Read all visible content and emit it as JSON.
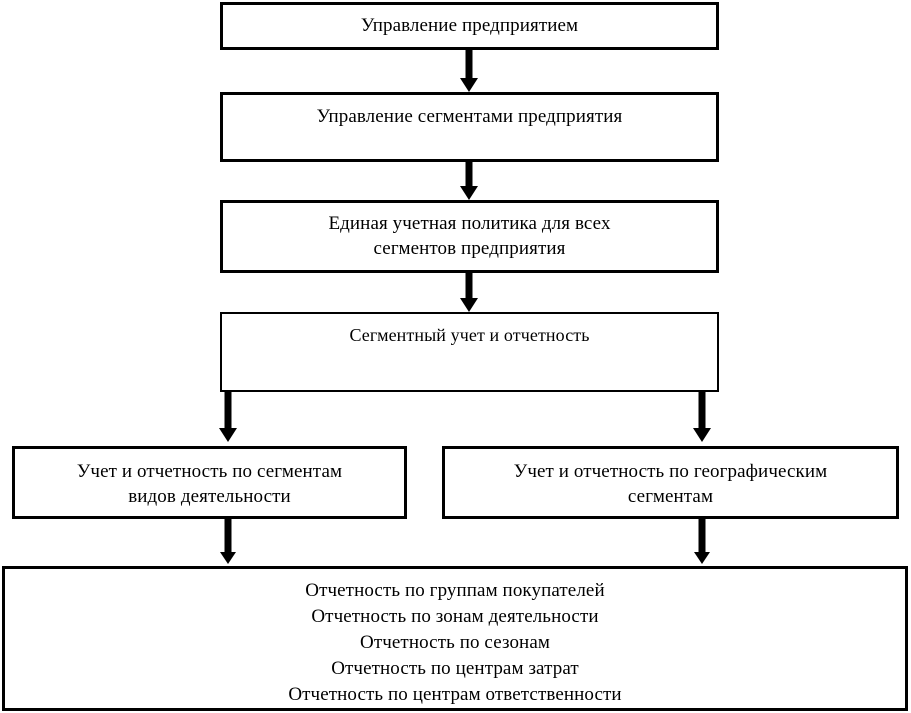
{
  "diagram": {
    "type": "flowchart",
    "language": "ru",
    "orientation": "top-down",
    "colors": {
      "background": "#ffffff",
      "stroke": "#000000",
      "text": "#000000"
    },
    "nodes": [
      {
        "id": "enterprise-management",
        "level": 1,
        "text": "Управление предприятием"
      },
      {
        "id": "segment-management",
        "level": 2,
        "text": "Управление сегментами предприятия"
      },
      {
        "id": "unified-policy",
        "level": 3,
        "text": "Единая учетная политика для всех\nсегментов предприятия"
      },
      {
        "id": "segment-accounting",
        "level": 4,
        "text": "Сегментный учет и отчетность"
      },
      {
        "id": "activity-segments",
        "level": 5,
        "text": "Учет и отчетность по сегментам\nвидов деятельности"
      },
      {
        "id": "geographic-segments",
        "level": 5,
        "text": "Учет и отчетность по географическим\nсегментам"
      },
      {
        "id": "report-list",
        "level": 6,
        "text": "Отчетность по группам покупателей\nОтчетность по зонам деятельности\nОтчетность по сезонам\nОтчетность по центрам затрат\nОтчетность по центрам ответственности",
        "lines": [
          "Отчетность по группам покупателей",
          "Отчетность по зонам деятельности",
          "Отчетность по сезонам",
          "Отчетность по центрам затрат",
          "Отчетность по центрам ответственности"
        ]
      }
    ],
    "edges": [
      {
        "id": "edge-1",
        "from": "enterprise-management",
        "to": "segment-management",
        "style": "solid-arrow-down"
      },
      {
        "id": "edge-2",
        "from": "segment-management",
        "to": "unified-policy",
        "style": "solid-arrow-down"
      },
      {
        "id": "edge-3",
        "from": "unified-policy",
        "to": "segment-accounting",
        "style": "solid-arrow-down"
      },
      {
        "id": "edge-4",
        "from": "segment-accounting",
        "to": "activity-segments",
        "style": "solid-arrow-down"
      },
      {
        "id": "edge-5",
        "from": "segment-accounting",
        "to": "geographic-segments",
        "style": "solid-arrow-down"
      },
      {
        "id": "edge-6",
        "from": "activity-segments",
        "to": "report-list",
        "style": "solid-arrow-down"
      },
      {
        "id": "edge-7",
        "from": "geographic-segments",
        "to": "report-list",
        "style": "solid-arrow-down"
      }
    ]
  }
}
